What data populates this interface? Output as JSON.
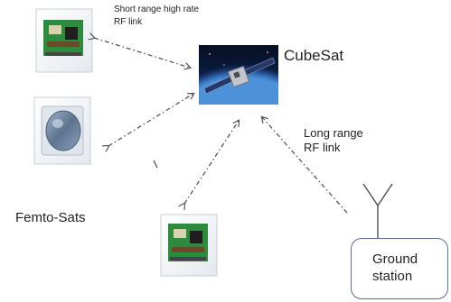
{
  "labels": {
    "short_link_line1": "Short range high rate",
    "short_link_line2": "RF link",
    "cubesat": "CubeSat",
    "long_link_line1": "Long range",
    "long_link_line2": "RF link",
    "femtosats": "Femto-Sats",
    "ground_line1": "Ground",
    "ground_line2": "station"
  },
  "colors": {
    "arrow": "#555555",
    "ground_box_border": "#5a6e9c",
    "space_dark": "#0a1a3a",
    "earth_blue": "#3d7fc8",
    "pcb_green": "#2e8b3e"
  }
}
